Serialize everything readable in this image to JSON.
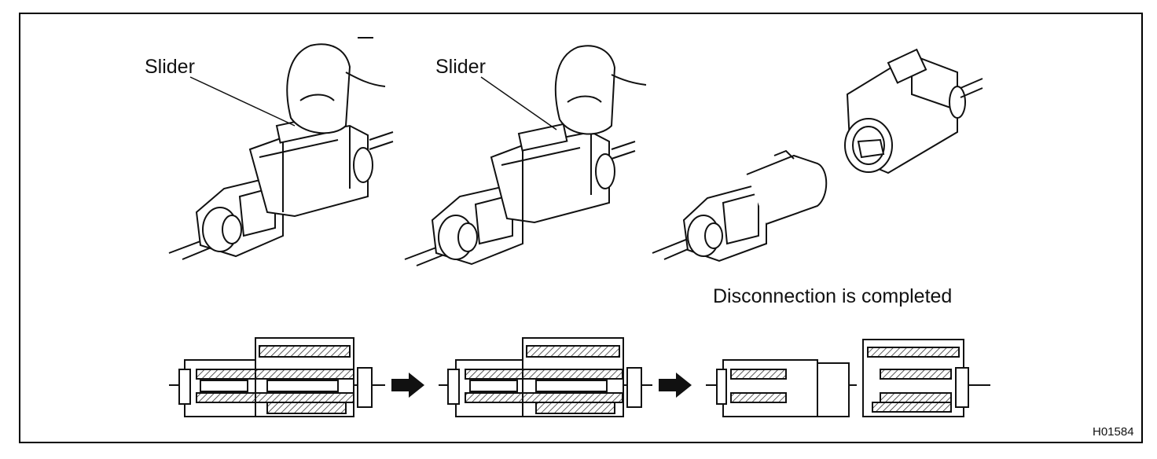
{
  "labels": {
    "slider_1": "Slider",
    "slider_2": "Slider",
    "caption": "Disconnection is completed",
    "figure_code": "H01584"
  },
  "steps": [
    "connected",
    "slider-pressed",
    "disconnected"
  ],
  "colors": {
    "line": "#111111",
    "paper": "#ffffff",
    "hatch": "#333333"
  }
}
